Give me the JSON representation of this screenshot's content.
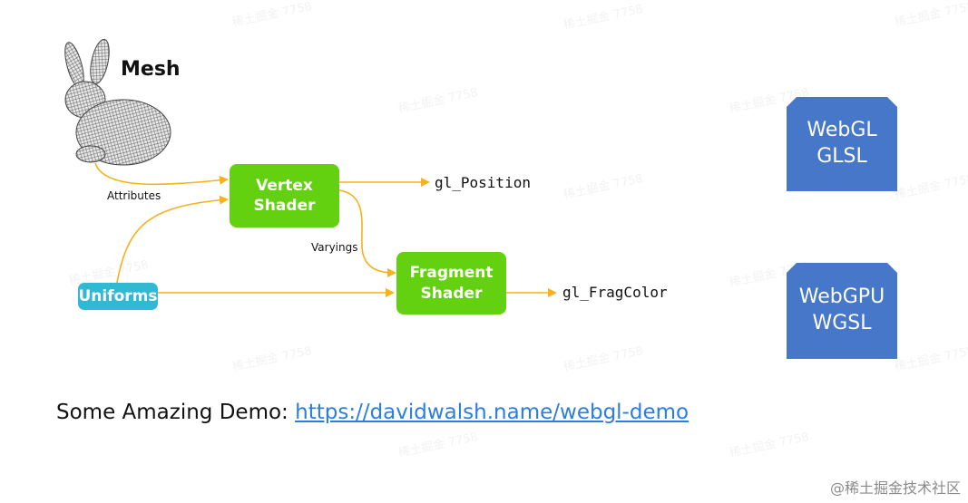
{
  "diagram": {
    "mesh_label": "Mesh",
    "attributes_label": "Attributes",
    "varyings_label": "Varyings",
    "vertex_shader": "Vertex\nShader",
    "fragment_shader": "Fragment\nShader",
    "uniforms": "Uniforms",
    "gl_position": "gl_Position",
    "gl_fragcolor": "gl_FragColor",
    "colors": {
      "shader": "#63d10f",
      "uniforms": "#2fb9d2",
      "arrow": "#f5b21a",
      "api_box": "#4677c8"
    }
  },
  "apis": [
    {
      "line1": "WebGL",
      "line2": "GLSL"
    },
    {
      "line1": "WebGPU",
      "line2": "WGSL"
    }
  ],
  "demo": {
    "prefix": "Some Amazing Demo: ",
    "link": "https://davidwalsh.name/webgl-demo"
  },
  "watermark": "稀土掘金 7758",
  "brand": "@稀土掘金技术社区"
}
